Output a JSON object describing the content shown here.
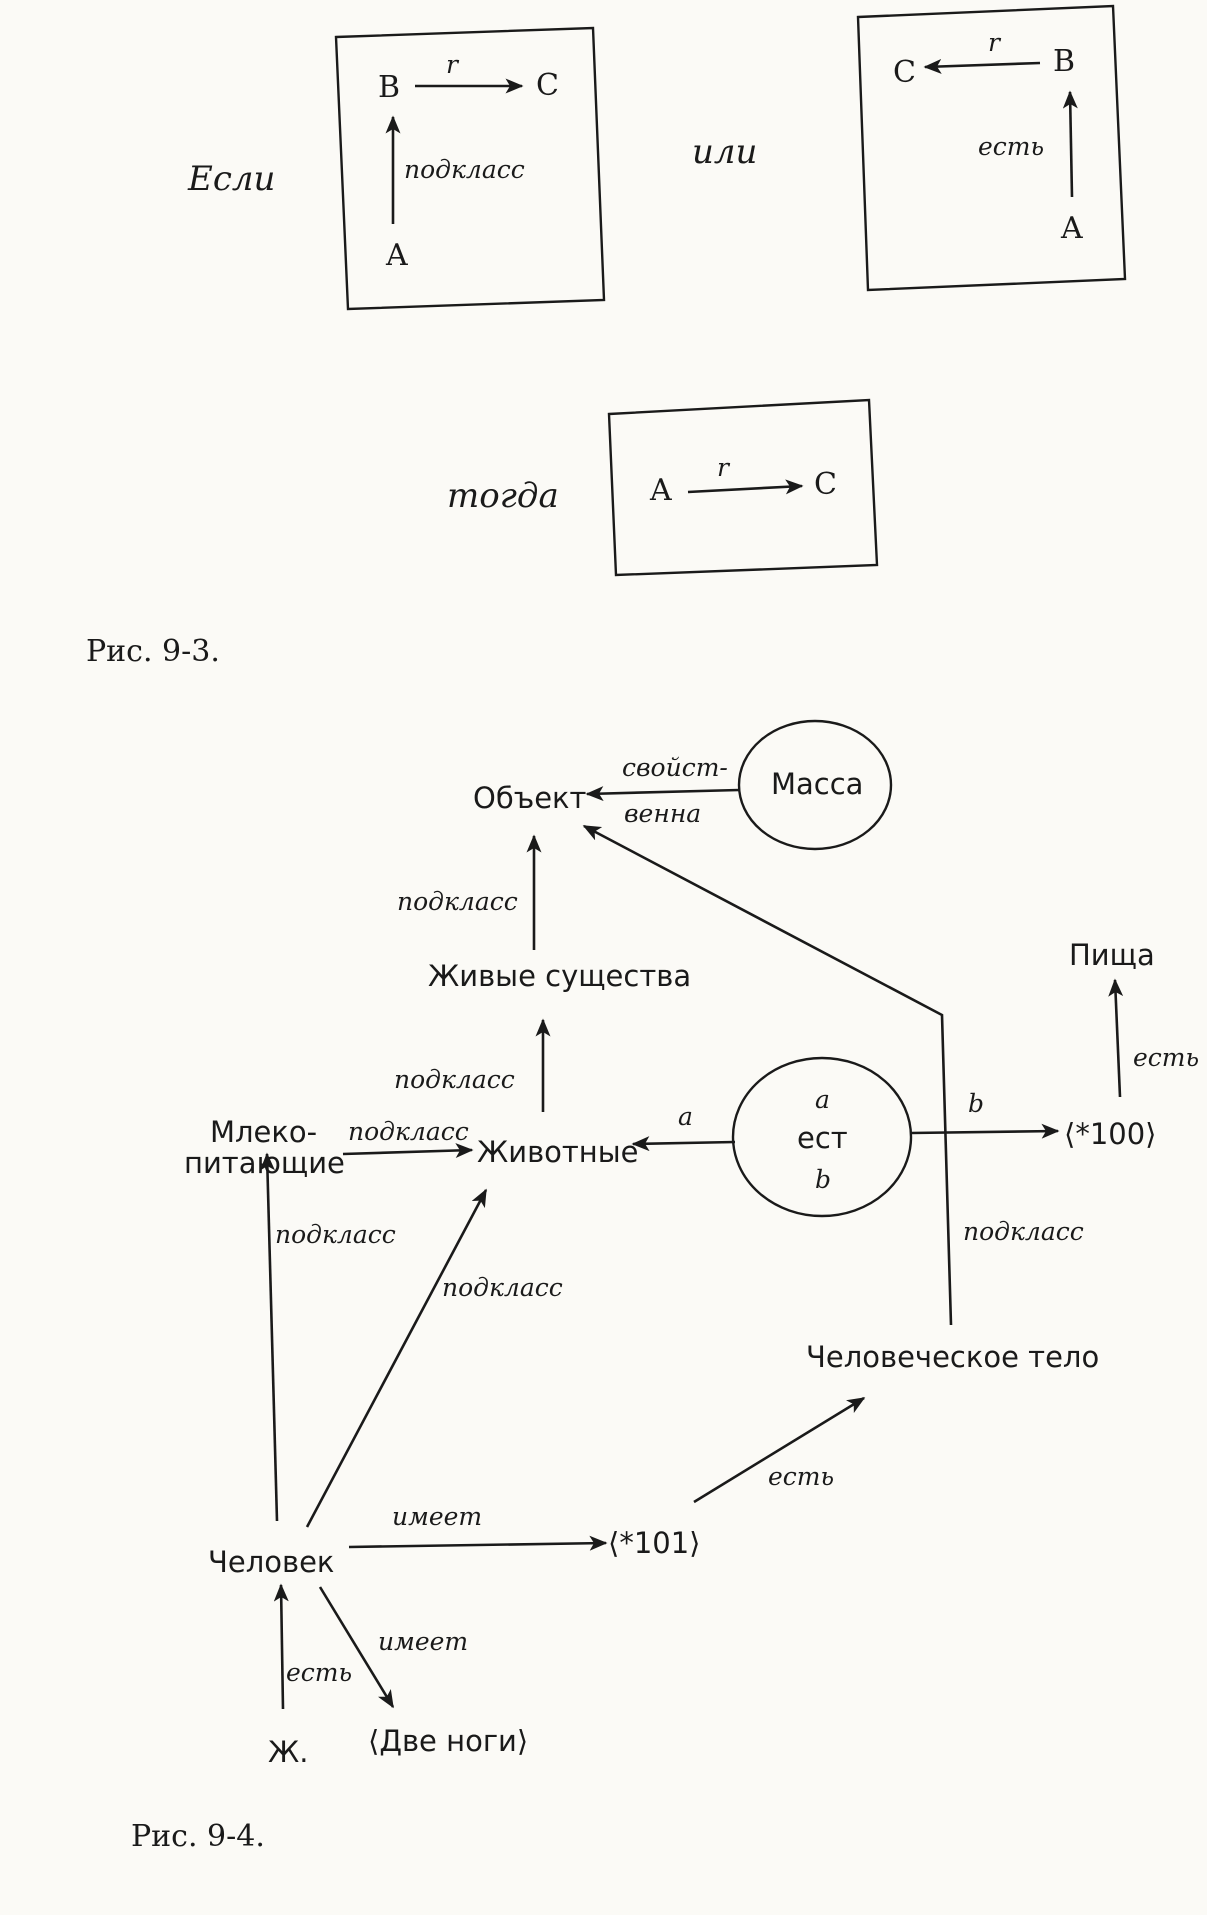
{
  "fig_9_3": {
    "condition_if": "Если",
    "condition_or": "или",
    "condition_then": "тогда",
    "box1": {
      "node_b": "B",
      "node_c": "C",
      "node_a": "A",
      "edge_r": "r",
      "edge_subclass": "подкласс"
    },
    "box2": {
      "node_c": "C",
      "node_b": "B",
      "node_a": "A",
      "edge_r": "r",
      "edge_is": "есть"
    },
    "box3": {
      "node_a": "A",
      "node_c": "C",
      "edge_r": "r"
    },
    "caption": "Рис. 9-3."
  },
  "fig_9_4": {
    "nodes": {
      "object": "Объект",
      "mass": "Масса",
      "living_beings": "Живые существа",
      "food": "Пища",
      "mammals_line1": "Млеко-",
      "mammals_line2": "питающие",
      "animals": "Животные",
      "eats_top": "a",
      "eats_mid": "ест",
      "eats_bottom": "b",
      "instance_100": "⟨*100⟩",
      "human_body": "Человеческое тело",
      "human": "Человек",
      "instance_101": "⟨*101⟩",
      "zh": "Ж.",
      "two_legs": "⟨Две ноги⟩"
    },
    "edges": {
      "property_line1": "свойст-",
      "property_line2": "венна",
      "subclass_1": "подкласс",
      "subclass_2": "подкласс",
      "subclass_3": "подкласс",
      "subclass_4": "подкласс",
      "subclass_5": "подкласс",
      "subclass_6": "подкласс",
      "is_food": "есть",
      "arg_a": "a",
      "arg_b": "b",
      "has_1": "имеет",
      "is_body": "есть",
      "is_zh": "есть",
      "has_2": "имеет"
    },
    "caption": "Рис. 9-4."
  }
}
